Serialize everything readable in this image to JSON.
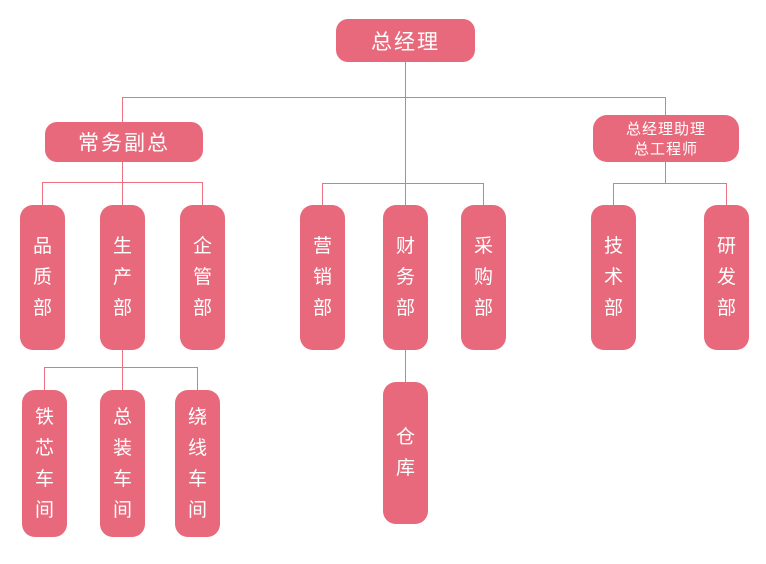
{
  "diagram": {
    "type": "org-chart",
    "colors": {
      "node_fill": "#e8697b",
      "connector_line": "#ee7183",
      "node_text": "#ffffff",
      "background": "#ffffff"
    }
  },
  "nodes": {
    "general_manager": {
      "label": "总经理"
    },
    "deputy_gm": {
      "label": "常务副总"
    },
    "gm_assistant": {
      "label_line1": "总经理助理",
      "label_line2": "总工程师"
    },
    "quality_dept": {
      "label": "品质部"
    },
    "production_dept": {
      "label": "生产部"
    },
    "enterprise_mgmt_dept": {
      "label": "企管部"
    },
    "marketing_dept": {
      "label": "营销部"
    },
    "finance_dept": {
      "label": "财务部"
    },
    "purchasing_dept": {
      "label": "采购部"
    },
    "technology_dept": {
      "label": "技术部"
    },
    "rd_dept": {
      "label": "研发部"
    },
    "iron_core_workshop": {
      "label": "铁芯车间"
    },
    "assembly_workshop": {
      "label": "总装车间"
    },
    "winding_workshop": {
      "label": "绕线车间"
    },
    "warehouse": {
      "label": "仓库"
    }
  }
}
